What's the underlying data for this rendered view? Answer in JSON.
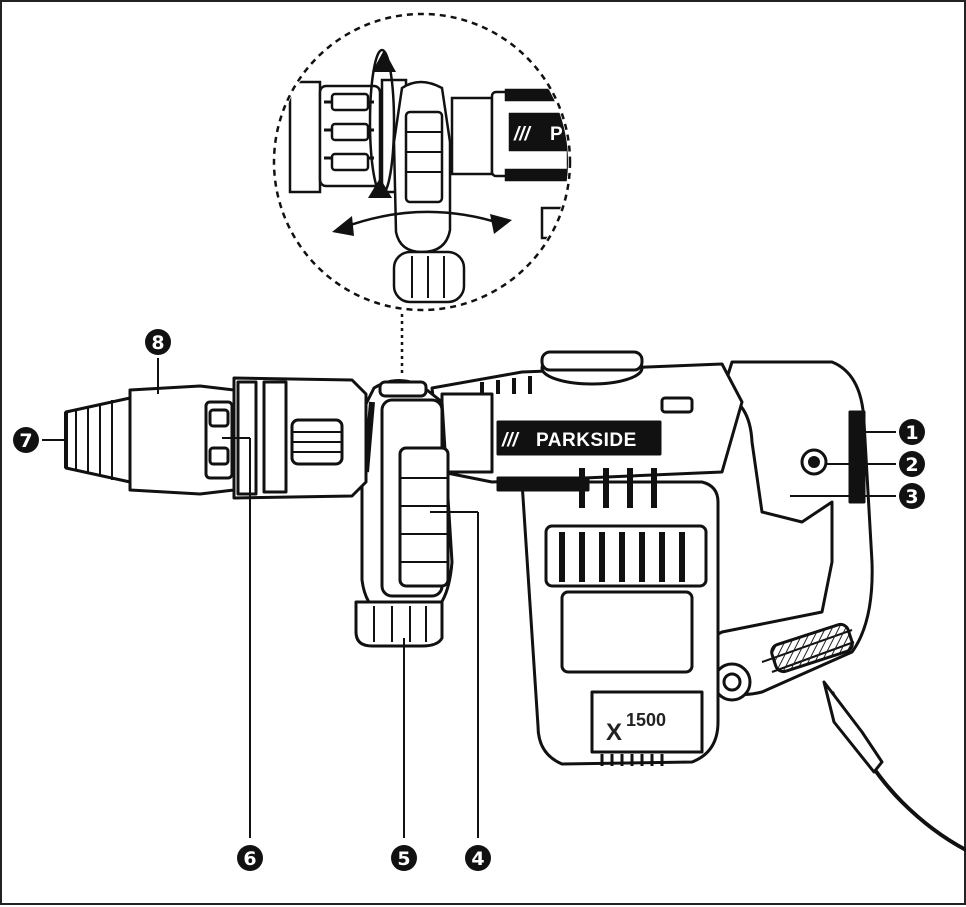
{
  "figure": {
    "brand_slashes": "///",
    "brand_name": "PARKSIDE",
    "inset_brand_slashes": "///",
    "inset_brand_name": "P",
    "model_x": "X",
    "model_number": "1500"
  },
  "callouts": [
    {
      "number": "1"
    },
    {
      "number": "2"
    },
    {
      "number": "3"
    },
    {
      "number": "4"
    },
    {
      "number": "5"
    },
    {
      "number": "6"
    },
    {
      "number": "7"
    },
    {
      "number": "8"
    }
  ],
  "colors": {
    "line": "#1a1a1a",
    "fill": "#ffffff",
    "callout_fill": "#111111"
  }
}
